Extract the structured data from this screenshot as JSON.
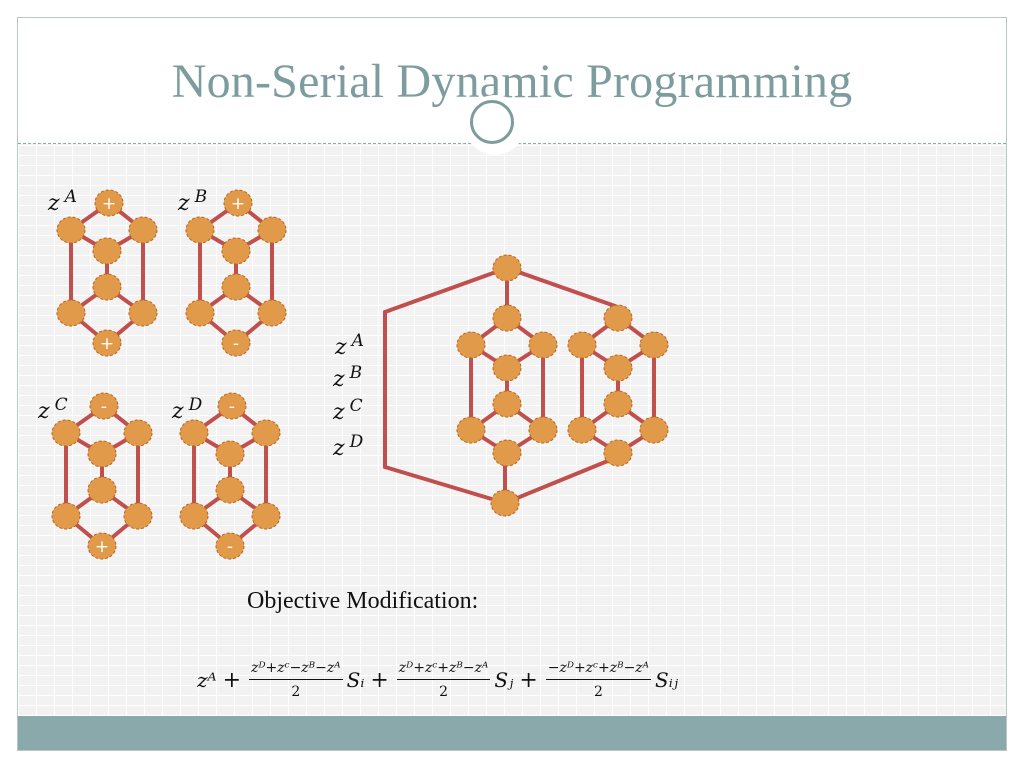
{
  "slide": {
    "title": "Non-Serial Dynamic Programming",
    "objective_label": "Objective Modification:"
  },
  "molecules": [
    {
      "label": "z",
      "sup": "A",
      "top_symbol": "+",
      "bottom_symbol": "+"
    },
    {
      "label": "z",
      "sup": "B",
      "top_symbol": "+",
      "bottom_symbol": "-"
    },
    {
      "label": "z",
      "sup": "C",
      "top_symbol": "-",
      "bottom_symbol": "+"
    },
    {
      "label": "z",
      "sup": "D",
      "top_symbol": "-",
      "bottom_symbol": "-"
    }
  ],
  "combined": {
    "labels": [
      {
        "label": "z",
        "sup": "A"
      },
      {
        "label": "z",
        "sup": "B"
      },
      {
        "label": "z",
        "sup": "C"
      },
      {
        "label": "z",
        "sup": "D"
      }
    ]
  },
  "formula": {
    "lead": "zᴬ",
    "plus": "+",
    "terms": [
      {
        "numerator": "zᴰ+zᶜ−zᴮ−zᴬ",
        "denominator": "2",
        "s": "Sᵢ"
      },
      {
        "numerator": "zᴰ+zᶜ+zᴮ−zᴬ",
        "denominator": "2",
        "s": "Sⱼ"
      },
      {
        "numerator": "−zᴰ+zᶜ+zᴮ−zᴬ",
        "denominator": "2",
        "s": "Sᵢⱼ"
      }
    ]
  },
  "colors": {
    "node_fill": "#e09a4a",
    "node_stroke": "#b8651f",
    "edge": "#c0504d",
    "title": "#7d9c9e",
    "footer": "#89a9aa"
  }
}
